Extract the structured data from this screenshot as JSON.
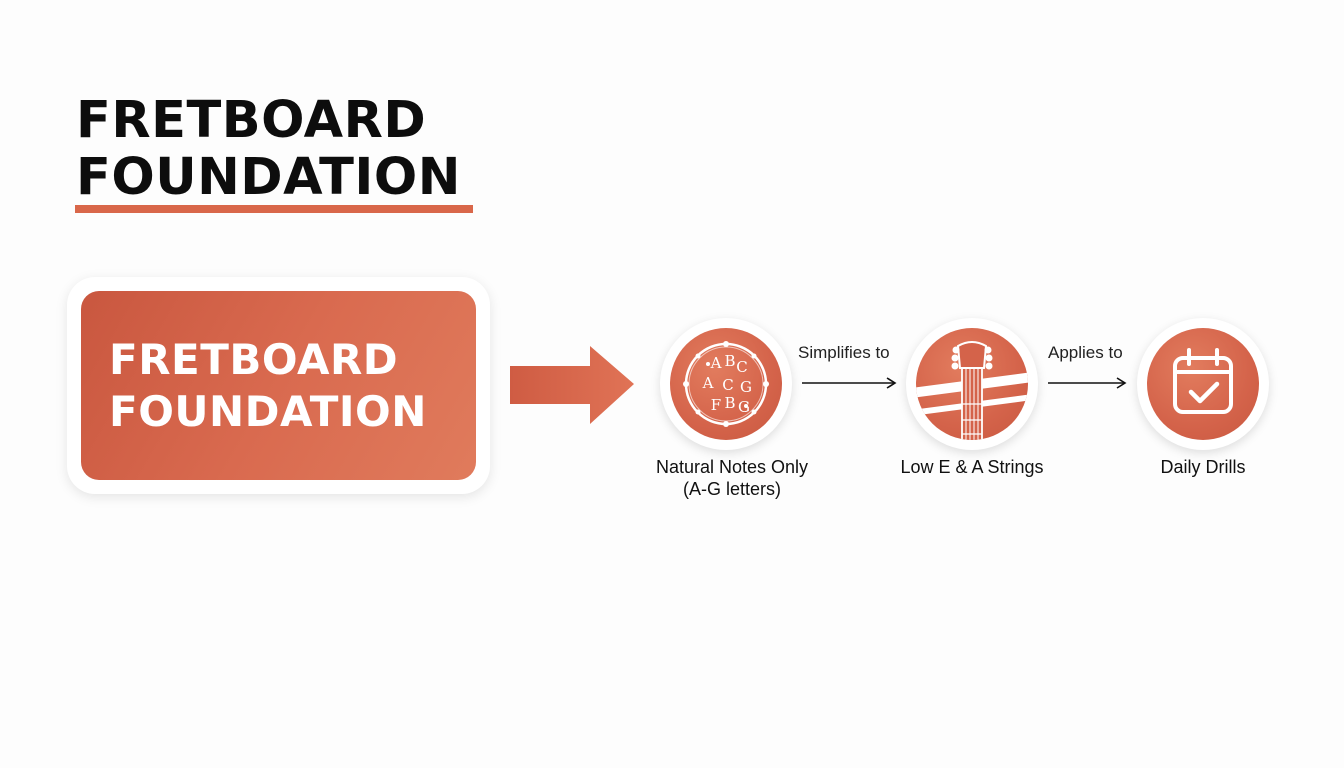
{
  "title": {
    "line1": "FRETBOARD",
    "line2": "FOUNDATION"
  },
  "hero": {
    "line1": "FRETBOARD",
    "line2": "FOUNDATION"
  },
  "nodes": [
    {
      "label_line1": "Natural Notes Only",
      "label_line2": "(A-G letters)",
      "icon": "note-letters-icon"
    },
    {
      "label_line1": "Low E & A Strings",
      "icon": "guitar-headstock-icon"
    },
    {
      "label_line1": "Daily Drills",
      "icon": "calendar-check-icon"
    }
  ],
  "edges": [
    {
      "label": "Simplifies to"
    },
    {
      "label": "Applies to"
    }
  ],
  "icon_letters": [
    "A",
    "B",
    "C",
    "A",
    "C",
    "G",
    "F",
    "B",
    "G"
  ],
  "colors": {
    "accent": "#d9674a",
    "accent_dark": "#c85840",
    "text": "#111111",
    "background": "#fdfdfd"
  }
}
